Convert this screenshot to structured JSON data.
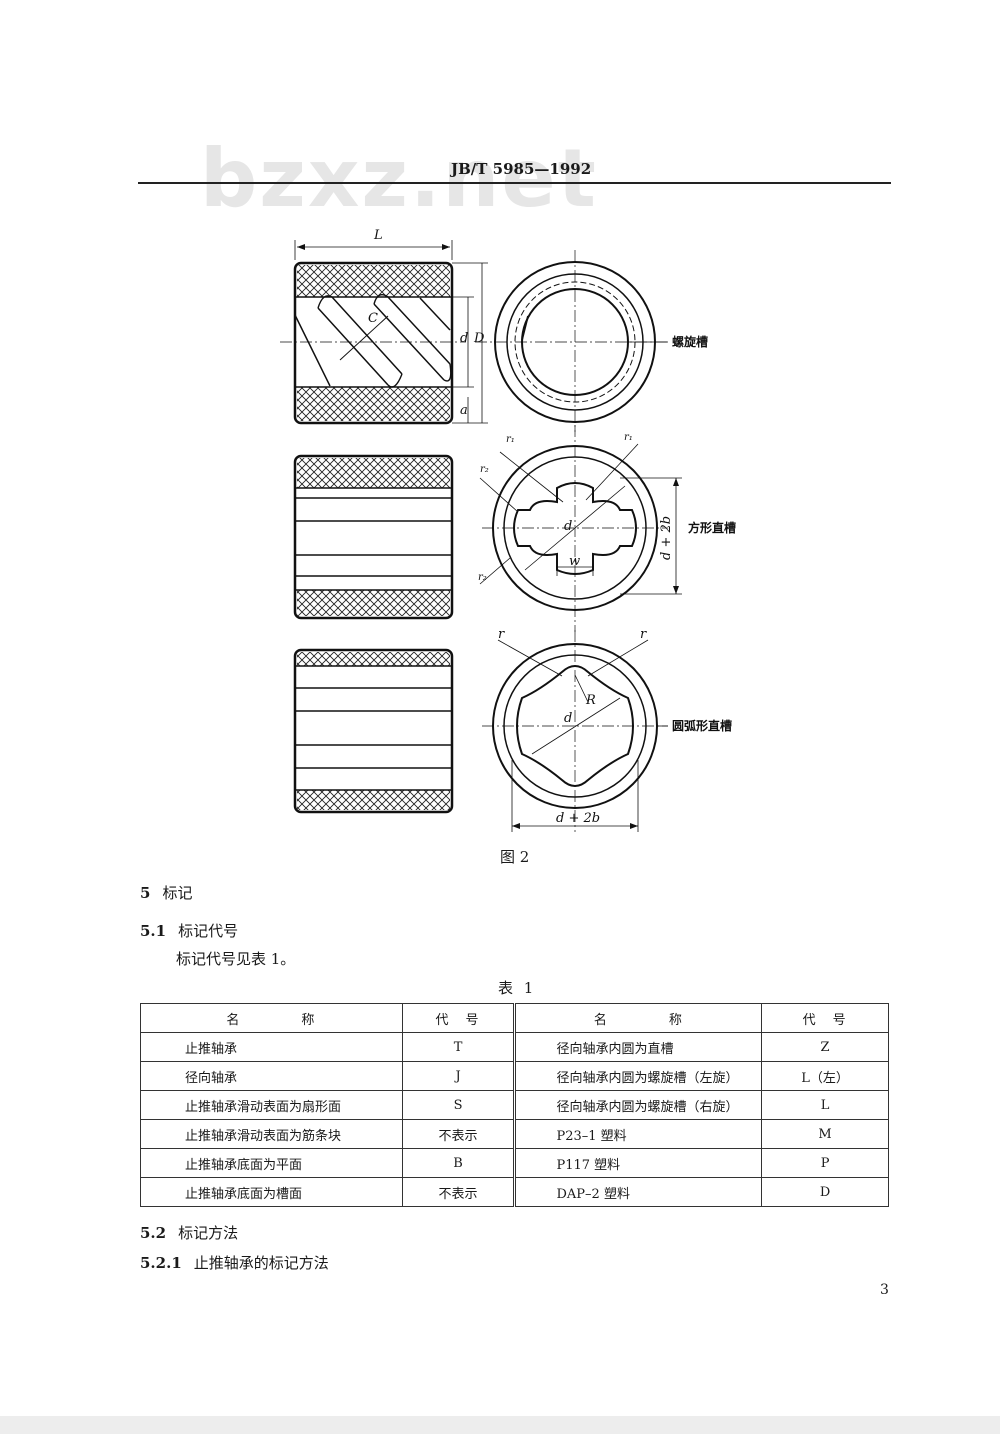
{
  "watermark": "bzxz.net",
  "header": "JB/T 5985—1992",
  "figure": {
    "labels": {
      "L": "L",
      "C": "C",
      "d": "d",
      "D": "D",
      "a": "a",
      "r1_left": "r₁",
      "r1_right": "r₁",
      "r2_top": "r₂",
      "r2_bottom": "r₂",
      "d_mid": "d",
      "w": "w",
      "d2b_vert": "d + 2b",
      "r_left": "r",
      "r_right": "r",
      "R": "R",
      "d_bottom": "d",
      "d2b_horiz": "d + 2b"
    },
    "callouts": {
      "helical": "螺旋槽",
      "square": "方形直槽",
      "arc": "圆弧形直槽"
    },
    "caption": "图 2"
  },
  "section5": {
    "num": "5",
    "title": "标记"
  },
  "section51": {
    "num": "5.1",
    "title": "标记代号",
    "body": "标记代号见表 1。"
  },
  "table": {
    "title": "表 1",
    "headers": [
      "名　　　　称",
      "代　号",
      "名　　　　称",
      "代　号"
    ],
    "rows": [
      [
        "止推轴承",
        "T",
        "径向轴承内圆为直槽",
        "Z"
      ],
      [
        "径向轴承",
        "J",
        "径向轴承内圆为螺旋槽（左旋）",
        "L（左）"
      ],
      [
        "止推轴承滑动表面为扇形面",
        "S",
        "径向轴承内圆为螺旋槽（右旋）",
        "L"
      ],
      [
        "止推轴承滑动表面为筋条块",
        "不表示",
        "P23–1 塑料",
        "M"
      ],
      [
        "止推轴承底面为平面",
        "B",
        "P117 塑料",
        "P"
      ],
      [
        "止推轴承底面为槽面",
        "不表示",
        "DAP–2 塑料",
        "D"
      ]
    ]
  },
  "section52": {
    "num": "5.2",
    "title": "标记方法"
  },
  "section521": {
    "num": "5.2.1",
    "title": "止推轴承的标记方法"
  },
  "page_number": "3"
}
